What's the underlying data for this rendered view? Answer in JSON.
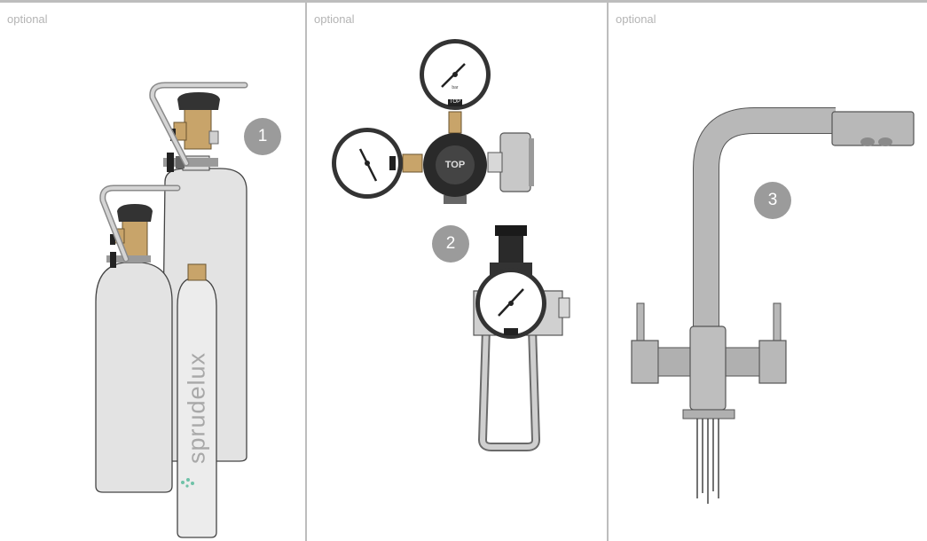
{
  "panels": [
    {
      "label": "optional",
      "badge": "1",
      "subject": "co2-cylinders",
      "brand_text": "sprudelux"
    },
    {
      "label": "optional",
      "badge": "2",
      "subject": "pressure-regulators"
    },
    {
      "label": "optional",
      "badge": "3",
      "subject": "three-way-faucet"
    }
  ],
  "gauge_labels": {
    "brand": "TOP",
    "unit": "bar"
  },
  "colors": {
    "badge": "#9b9b9b",
    "divider": "#bdbdbd",
    "cylinder": "#e3e3e3",
    "brass": "#c8a46a",
    "faucet": "#b8b8b8",
    "label_text": "#b4b4b4"
  }
}
